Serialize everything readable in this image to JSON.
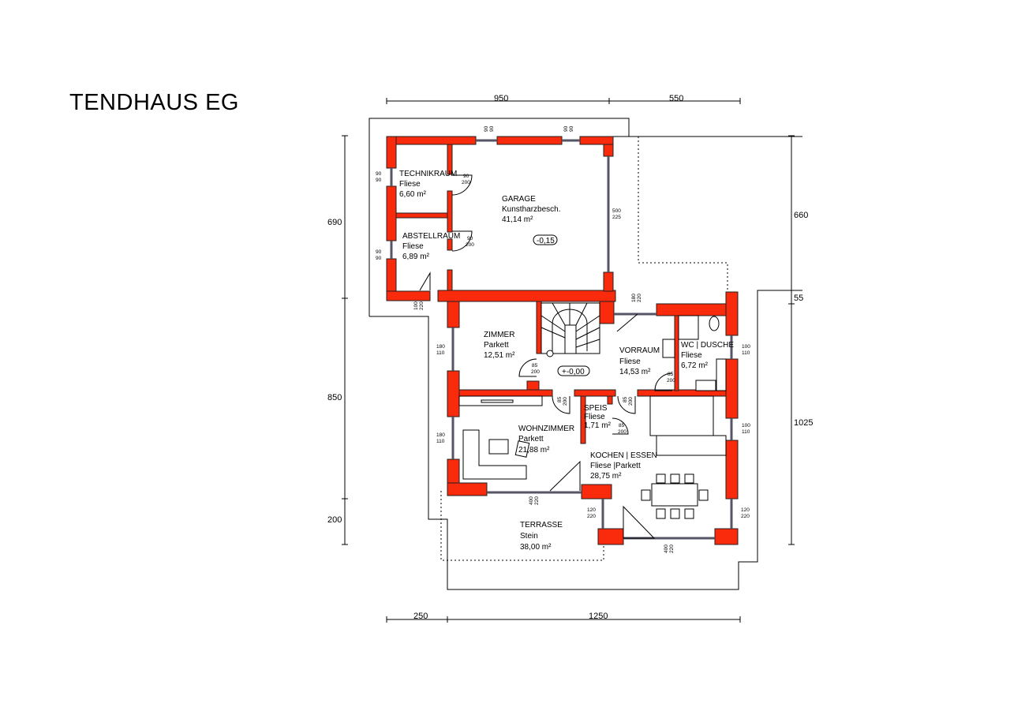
{
  "title": "TENDHAUS EG",
  "rooms": [
    {
      "name": "TECHNIKRAUM",
      "floor": "Fliese",
      "area": "6,60 m²"
    },
    {
      "name": "ABSTELLRAUM",
      "floor": "Fliese",
      "area": "6,89 m²"
    },
    {
      "name": "GARAGE",
      "floor": "Kunstharzbesch.",
      "area": "41,14 m²"
    },
    {
      "name": "ZIMMER",
      "floor": "Parkett",
      "area": "12,51 m²"
    },
    {
      "name": "VORRAUM",
      "floor": "Fliese",
      "area": "14,53 m²"
    },
    {
      "name": "WC | DUSCHE",
      "floor": "Fliese",
      "area": "6,72  m²"
    },
    {
      "name": "SPEIS",
      "floor": "Fliese",
      "area": "1,71 m²"
    },
    {
      "name": "WOHNZIMMER",
      "floor": "Parkett",
      "area": "21,88 m²"
    },
    {
      "name": "KOCHEN | ESSEN",
      "floor": "Fliese |Parkett",
      "area": "28,75 m²"
    },
    {
      "name": "TERRASSE",
      "floor": "Stein",
      "area": "38,00 m²"
    }
  ],
  "levels": {
    "garage": "-0,15",
    "ground": "+-0,00"
  },
  "dimensions": {
    "top": [
      "950",
      "550"
    ],
    "left": [
      "690",
      "850",
      "200"
    ],
    "right": [
      "660",
      "55",
      "1025"
    ],
    "bottom": [
      "250",
      "1250"
    ]
  },
  "openings": {
    "w90": [
      "90",
      "90"
    ],
    "d90_200": [
      "90",
      "200"
    ],
    "garage_door": [
      "500",
      "225"
    ],
    "d100_220": [
      "100",
      "220"
    ],
    "d180_220": [
      "180",
      "220"
    ],
    "w180_110": [
      "180",
      "110"
    ],
    "d85_200": [
      "85",
      "200"
    ],
    "w100_110": [
      "100",
      "110"
    ],
    "d400_220": [
      "400",
      "220"
    ],
    "w120_220": [
      "120",
      "220"
    ]
  },
  "colors": {
    "wall": "#fa2a0c"
  }
}
